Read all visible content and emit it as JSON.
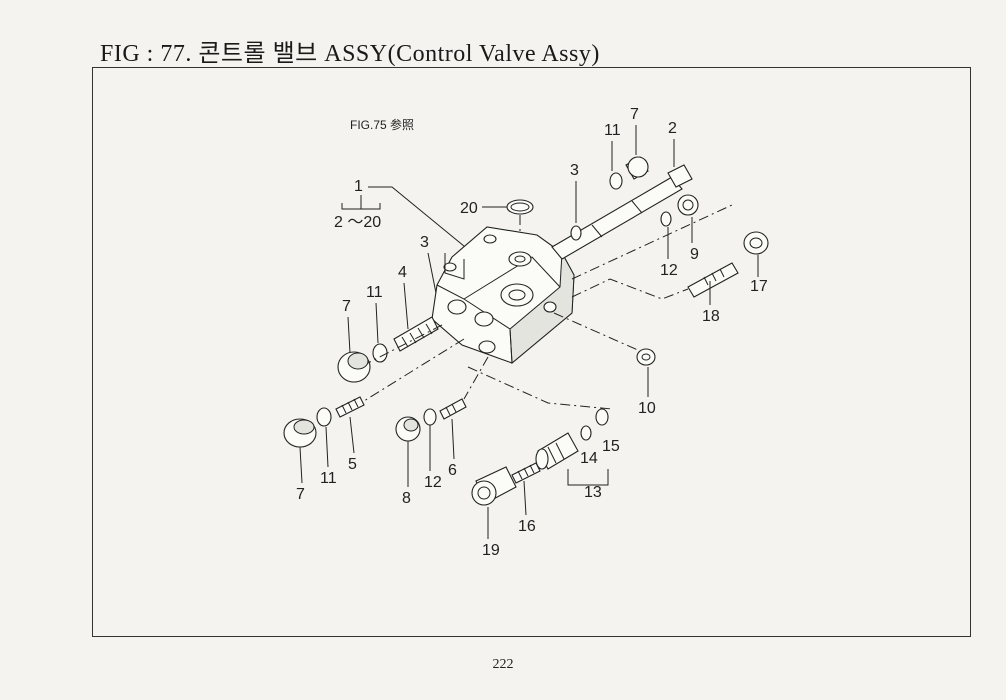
{
  "page": {
    "title": "FIG : 77. 콘트롤 밸브 ASSY(Control Valve Assy)",
    "page_number": "222"
  },
  "diagram": {
    "reference_note": "FIG.75 参照",
    "assembly_range": "2 ～20",
    "callouts": {
      "c1": "1",
      "c2": "2",
      "c3a": "3",
      "c3b": "3",
      "c4": "4",
      "c5": "5",
      "c6": "6",
      "c7a": "7",
      "c7b": "7",
      "c7c": "7",
      "c8": "8",
      "c9": "9",
      "c10": "10",
      "c11a": "11",
      "c11b": "11",
      "c11c": "11",
      "c12a": "12",
      "c12b": "12",
      "c13": "13",
      "c14": "14",
      "c15": "15",
      "c16": "16",
      "c17": "17",
      "c18": "18",
      "c19": "19",
      "c20": "20"
    }
  }
}
